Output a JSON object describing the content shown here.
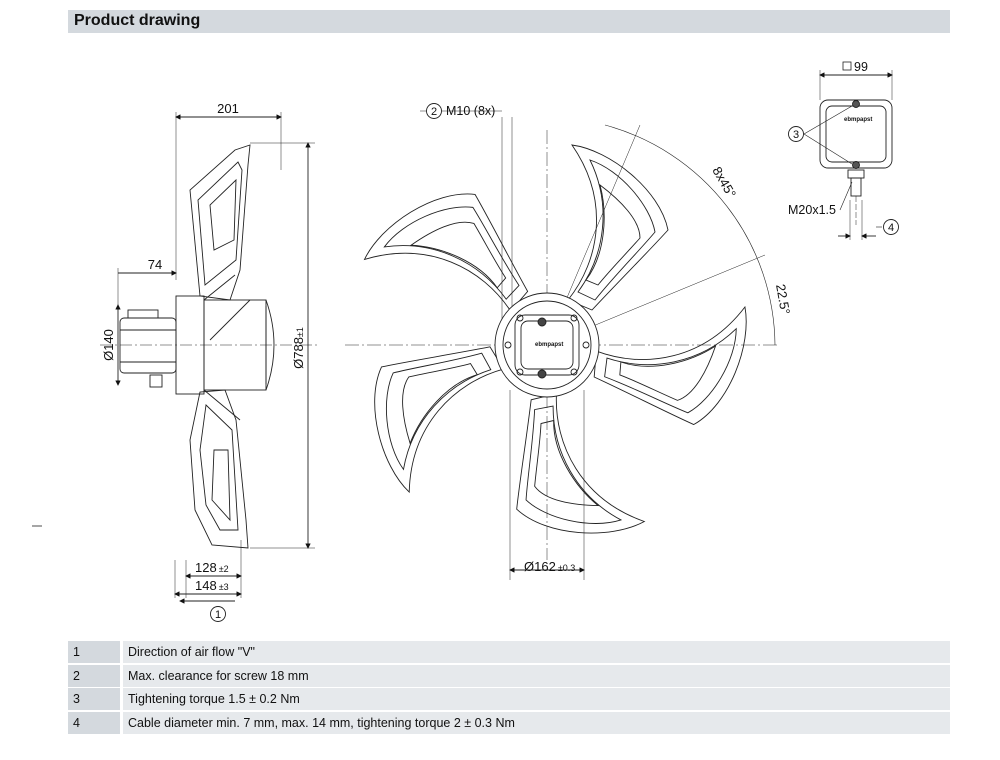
{
  "header": {
    "title": "Product drawing"
  },
  "side_view": {
    "width_dim": "201",
    "hub_depth": "74",
    "hub_diameter": "Ø140",
    "fan_diameter": "Ø788",
    "fan_diameter_tol": "±1",
    "depth_a": "128",
    "depth_a_tol": "±2",
    "depth_b": "148",
    "depth_b_tol": "±3",
    "airflow_callout": "1"
  },
  "front_view": {
    "screw_callout": "2",
    "screw_label": "M10 (8x)",
    "angle_pattern": "8x45°",
    "angle_offset": "22.5°",
    "bolt_circle": "Ø162",
    "bolt_circle_tol": "±0.3",
    "logo": "ebmpapst"
  },
  "terminal_box": {
    "size": "99",
    "torque_callout": "3",
    "gland": "M20x1.5",
    "cable_callout": "4",
    "logo": "ebmpapst"
  },
  "notes": [
    {
      "num": "1",
      "text": "Direction of air flow \"V\""
    },
    {
      "num": "2",
      "text": "Max. clearance for screw 18 mm"
    },
    {
      "num": "3",
      "text": "Tightening torque 1.5 ± 0.2 Nm"
    },
    {
      "num": "4",
      "text": "Cable diameter min. 7 mm, max. 14 mm, tightening torque 2 ± 0.3 Nm"
    }
  ]
}
